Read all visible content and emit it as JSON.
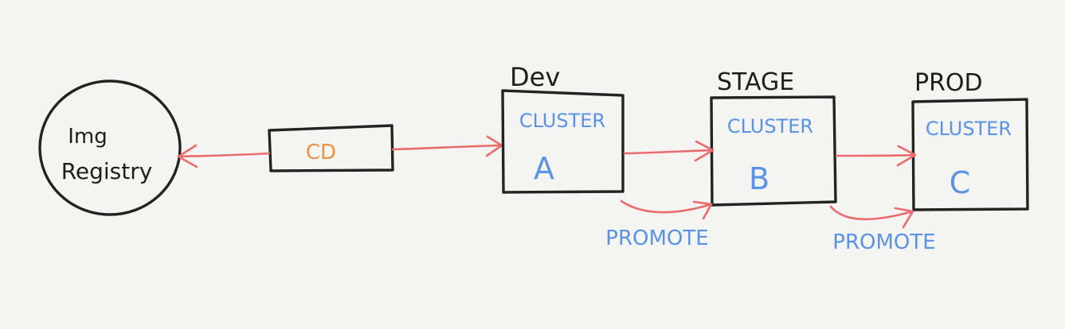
{
  "registry": {
    "line1": "Img",
    "line2": "Registry"
  },
  "cd": {
    "label": "CD"
  },
  "environments": [
    {
      "name": "Dev",
      "cluster_label": "CLUSTER",
      "cluster_id": "A"
    },
    {
      "name": "STAGE",
      "cluster_label": "CLUSTER",
      "cluster_id": "B"
    },
    {
      "name": "PROD",
      "cluster_label": "CLUSTER",
      "cluster_id": "C"
    }
  ],
  "promotions": [
    {
      "label": "PROMOTE"
    },
    {
      "label": "PROMOTE"
    }
  ],
  "colors": {
    "ink": "#1e1e1e",
    "arrow": "#ea6b6e",
    "cluster_text": "#5a92e6",
    "cd_text": "#ec9143",
    "background": "#f4f4f2"
  }
}
